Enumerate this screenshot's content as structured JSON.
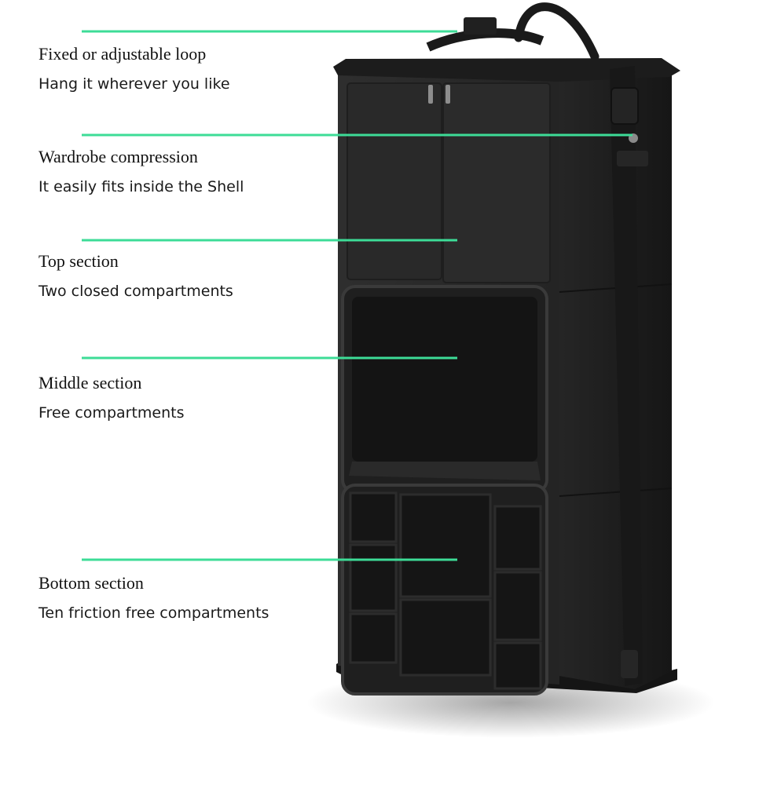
{
  "accent_color": "#3ddc97",
  "product_color": "#1f1f1f",
  "features": [
    {
      "title": "Fixed or adjustable loop",
      "subtitle": "Hang it wherever you like"
    },
    {
      "title": "Wardrobe compression",
      "subtitle": "It easily fits inside the Shell"
    },
    {
      "title": "Top section",
      "subtitle": "Two closed compartments"
    },
    {
      "title": "Middle section",
      "subtitle": "Free compartments"
    },
    {
      "title": "Bottom section",
      "subtitle": "Ten friction free compartments"
    }
  ]
}
